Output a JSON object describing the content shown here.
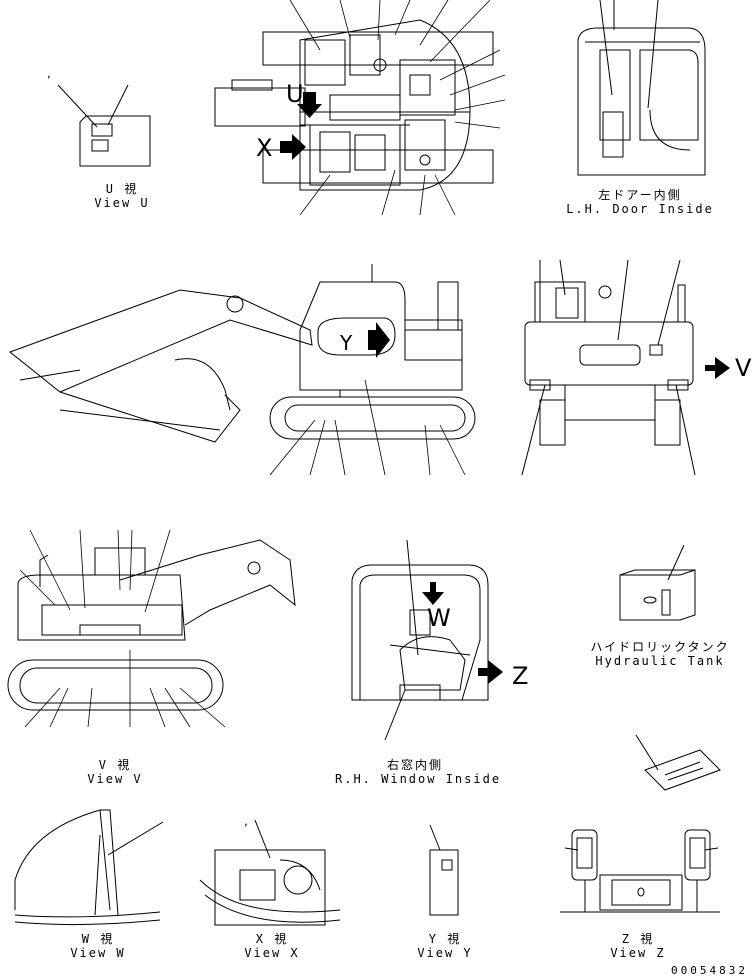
{
  "views": {
    "view_u": {
      "ja": "U 視",
      "en": "View U"
    },
    "lh_door": {
      "ja": "左ドアー内側",
      "en": "L.H. Door Inside"
    },
    "view_v": {
      "ja": "V 視",
      "en": "View V"
    },
    "rh_window": {
      "ja": "右窓内側",
      "en": "R.H. Window Inside"
    },
    "hydraulic_tank": {
      "ja": "ハイドロリックタンク",
      "en": "Hydraulic Tank"
    },
    "view_w": {
      "ja": "W 視",
      "en": "View W"
    },
    "view_x": {
      "ja": "X 視",
      "en": "View X"
    },
    "view_y": {
      "ja": "Y 視",
      "en": "View Y"
    },
    "view_z": {
      "ja": "Z 視",
      "en": "View Z"
    }
  },
  "arrow_letters": {
    "u": "U",
    "x": "X",
    "y": "Y",
    "v": "V",
    "w": "W",
    "z": "Z"
  },
  "drawing_number": "00054832",
  "line_color": "#000000",
  "background": "#ffffff"
}
